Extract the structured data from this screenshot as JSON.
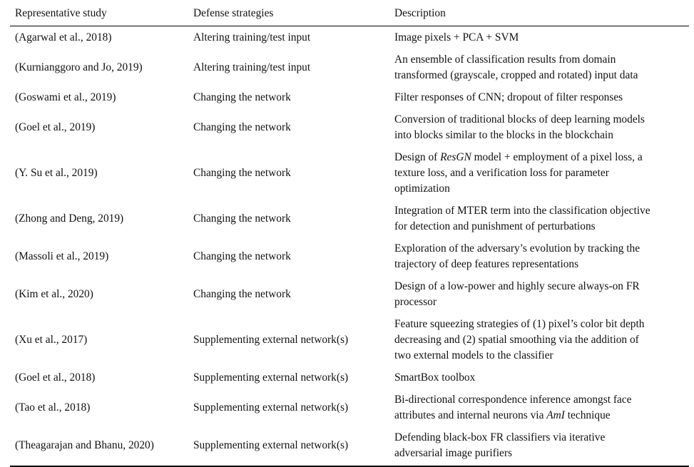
{
  "table": {
    "headers": {
      "study": "Representative study",
      "strategy": "Defense strategies",
      "description": "Description"
    },
    "rows": [
      {
        "study": "(Agarwal et al., 2018)",
        "strategy": "Altering training/test input",
        "desc": [
          "Image pixels + PCA + SVM"
        ]
      },
      {
        "study": "(Kurnianggoro and Jo, 2019)",
        "strategy": "Altering training/test input",
        "desc": [
          "An ensemble of classification results from domain",
          "transformed (grayscale, cropped and rotated) input data"
        ]
      },
      {
        "study": "(Goswami et al., 2019)",
        "strategy": "Changing the network",
        "desc": [
          "Filter responses of CNN; dropout of filter responses"
        ]
      },
      {
        "study": "(Goel et al., 2019)",
        "strategy": "Changing the network",
        "desc": [
          "Conversion of traditional blocks of deep learning models",
          "into blocks similar to the blocks in the blockchain"
        ]
      },
      {
        "study": "(Y. Su et al., 2019)",
        "strategy": "Changing the network",
        "desc_parts": {
          "pre": "Design of ",
          "em": "ResGN",
          "post": " model + employment of a pixel loss, a"
        },
        "desc": [
          "texture loss, and a verification loss for parameter",
          "optimization"
        ]
      },
      {
        "study": "(Zhong and Deng, 2019)",
        "strategy": "Changing the network",
        "desc": [
          "Integration of MTER term into the classification objective",
          "for detection and punishment of perturbations"
        ]
      },
      {
        "study": "(Massoli et al., 2019)",
        "strategy": "Changing the network",
        "desc": [
          "Exploration of the adversary’s evolution by tracking the",
          "trajectory of deep features representations"
        ]
      },
      {
        "study": "(Kim et al., 2020)",
        "strategy": "Changing the network",
        "desc": [
          "Design of a low-power and highly secure always-on FR",
          "processor"
        ]
      },
      {
        "study": "(Xu et al., 2017)",
        "strategy": "Supplementing external network(s)",
        "desc": [
          "Feature squeezing strategies of (1) pixel’s color bit depth",
          "decreasing and (2) spatial smoothing via the addition of",
          "two external models to the classifier"
        ]
      },
      {
        "study": "(Goel et al., 2018)",
        "strategy": "Supplementing external network(s)",
        "desc": [
          "SmartBox toolbox"
        ]
      },
      {
        "study": "(Tao et al., 2018)",
        "strategy": "Supplementing external network(s)",
        "desc_parts": {
          "pre": "attributes and internal neurons via ",
          "em": "AmI",
          "post": " technique"
        },
        "desc": [
          "Bi-directional correspondence inference amongst face"
        ]
      },
      {
        "study": "(Theagarajan and Bhanu, 2020)",
        "strategy": "Supplementing external network(s)",
        "desc": [
          "Defending black-box FR classifiers via iterative",
          "adversarial image purifiers"
        ]
      }
    ]
  }
}
